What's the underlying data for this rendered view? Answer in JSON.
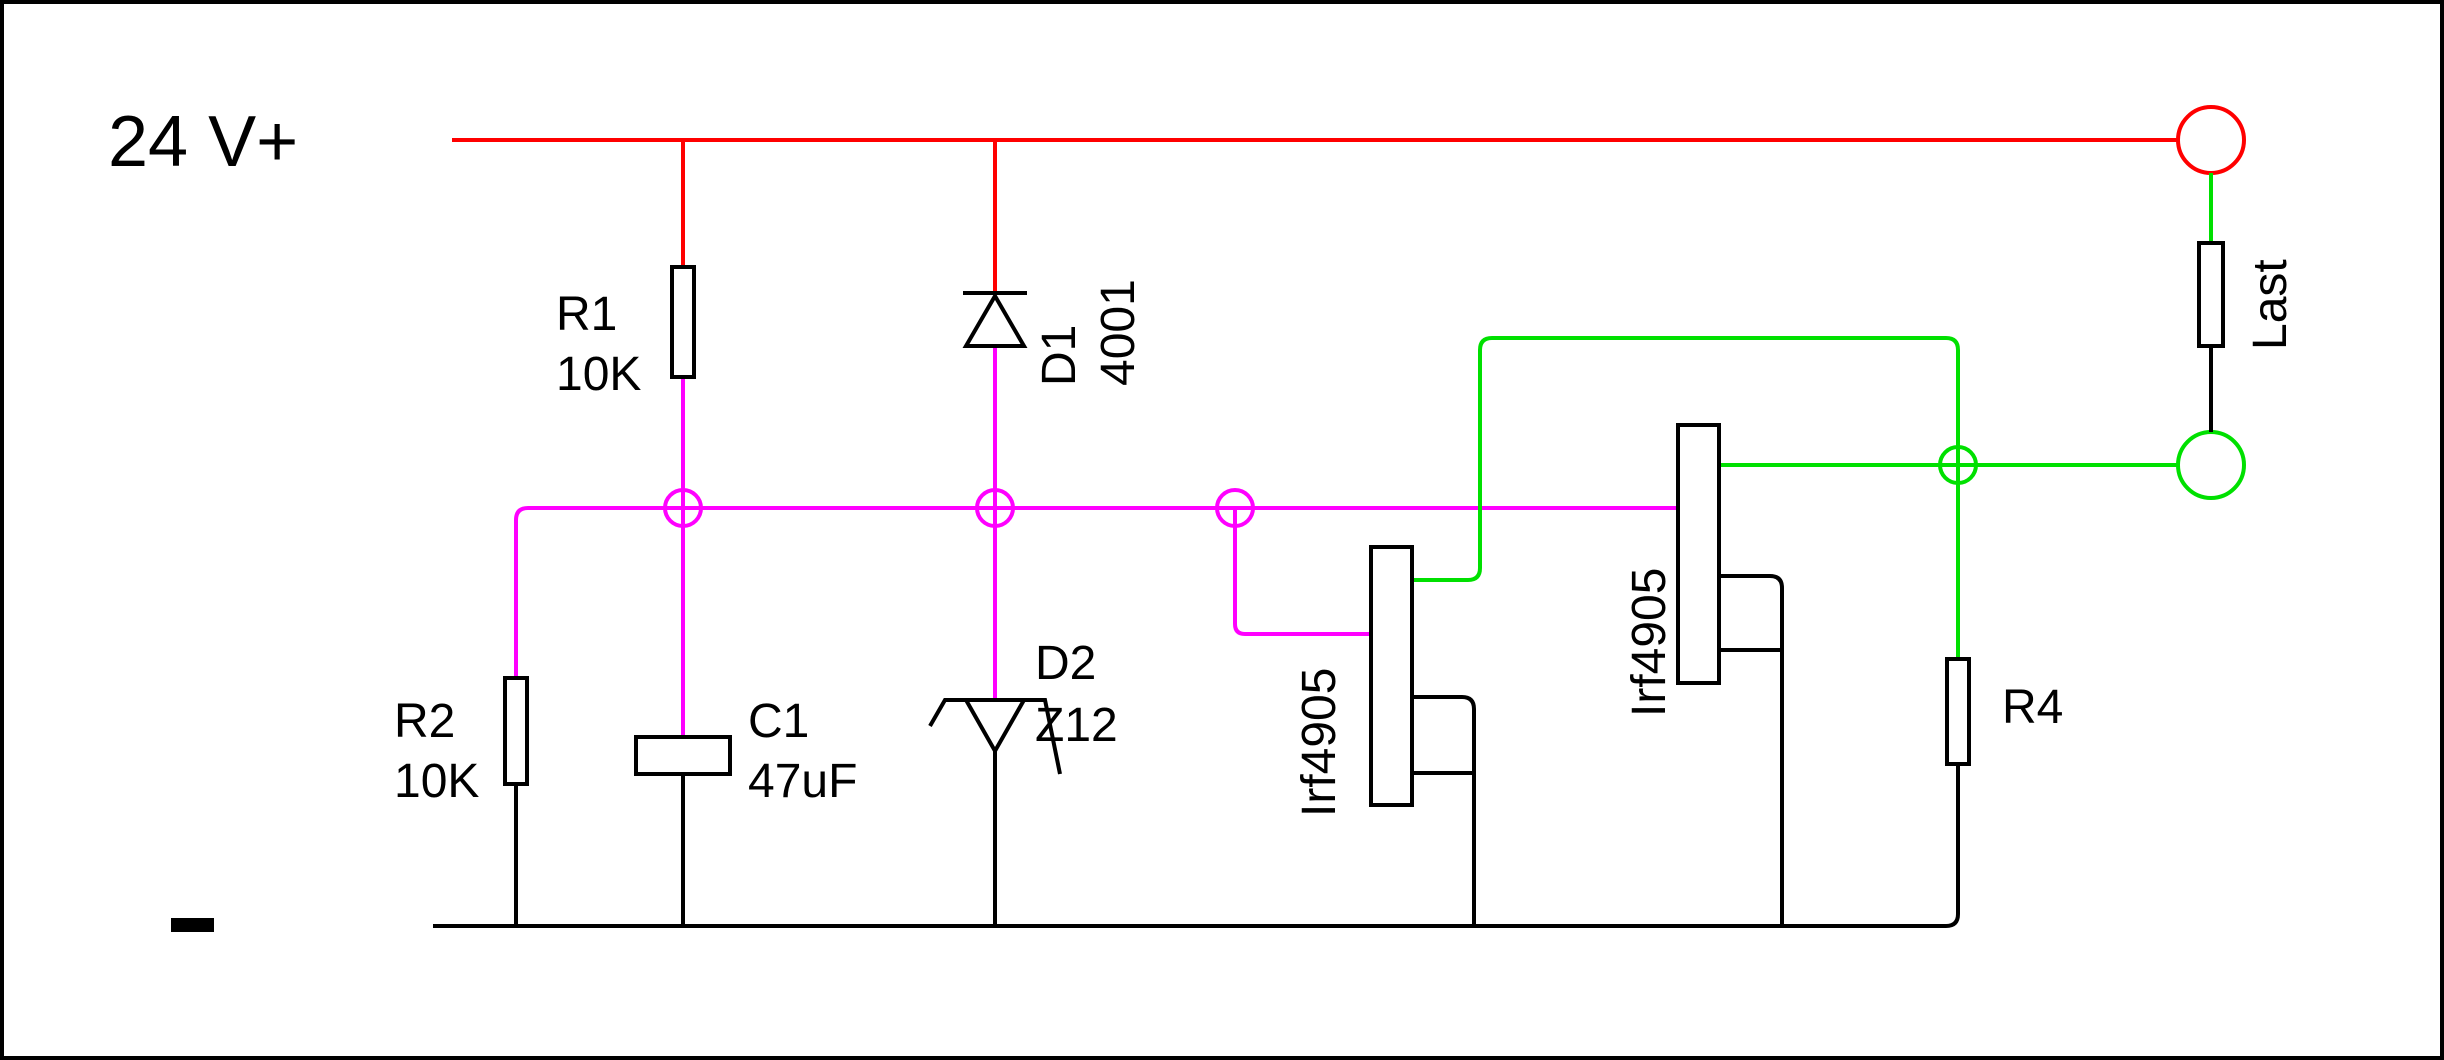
{
  "colors": {
    "supply": "#ff0000",
    "ground": "#000000",
    "control": "#ff00ff",
    "output": "#00e000",
    "component": "#000000",
    "background": "#ffffff"
  },
  "labels": {
    "supply": "24 V+",
    "ground": "–",
    "r1_name": "R1",
    "r1_value": "10K",
    "r2_name": "R2",
    "r2_value": "10K",
    "c1_name": "C1",
    "c1_value": "47uF",
    "d1_name": "D1",
    "d1_value": "4001",
    "d2_name": "D2",
    "d2_value": "Z12",
    "q1_type": "Irf4905",
    "q2_type": "Irf4905",
    "r4_name": "R4",
    "load": "Last"
  }
}
